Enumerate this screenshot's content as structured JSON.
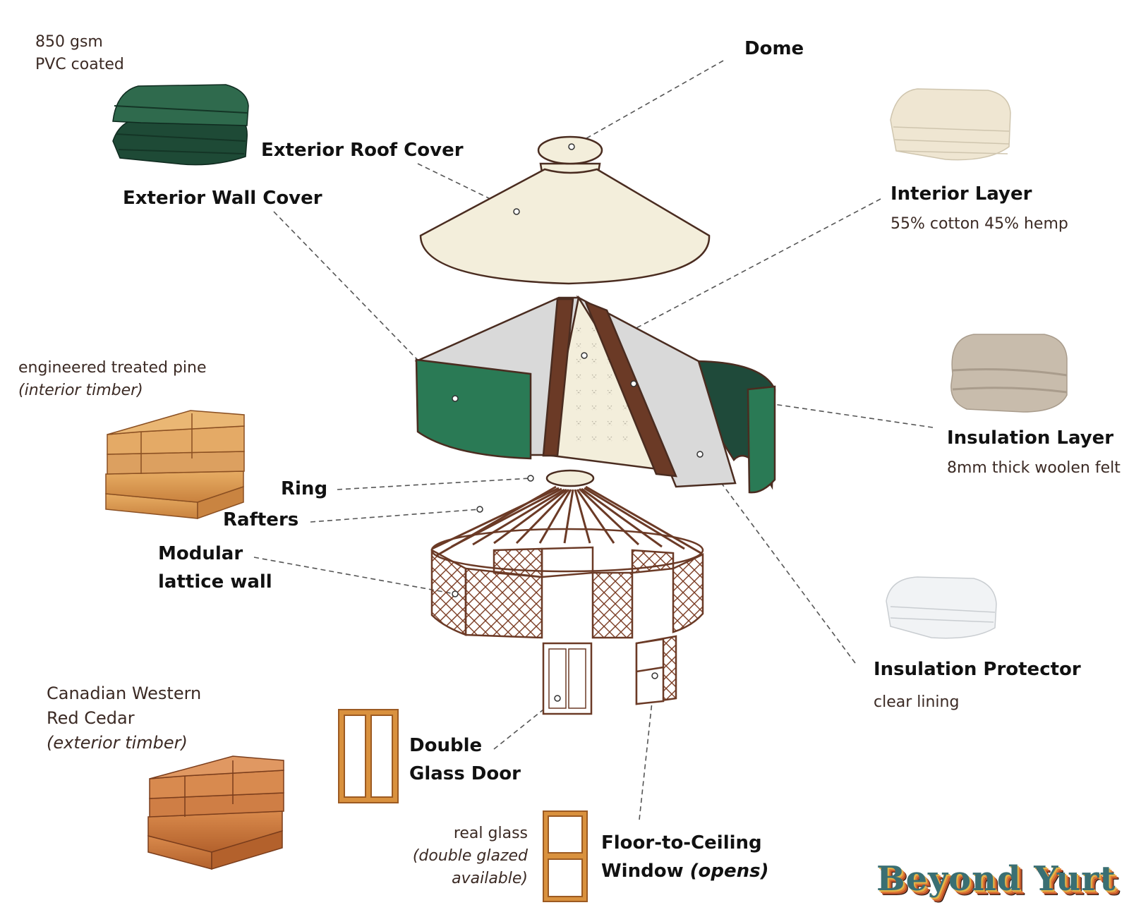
{
  "labels": {
    "dome": "Dome",
    "exterior_roof_cover": "Exterior Roof Cover",
    "exterior_wall_cover": "Exterior Wall Cover",
    "interior_layer": "Interior Layer",
    "insulation_layer": "Insulation Layer",
    "ring": "Ring",
    "rafters": "Rafters",
    "modular_lattice_wall_line1": "Modular",
    "modular_lattice_wall_line2": "lattice wall",
    "insulation_protector": "Insulation Protector",
    "double_glass_door_line1": "Double",
    "double_glass_door_line2": "Glass Door",
    "window_line1": "Floor-to-Ceiling",
    "window_line2": "Window",
    "window_note": "(opens)"
  },
  "materials": {
    "pvc_line1": "850 gsm",
    "pvc_line2": "PVC coated",
    "interior_layer_note": "55% cotton 45% hemp",
    "pine_line1": "engineered treated pine",
    "pine_line2": "(interior timber)",
    "felt_note": "8mm thick woolen felt",
    "protector_note": "clear lining",
    "cedar_line1": "Canadian Western",
    "cedar_line2": "Red Cedar",
    "cedar_line3": "(exterior timber)",
    "glass_line1": "real glass",
    "glass_line2": "(double glazed",
    "glass_line3": "available)"
  },
  "brand": {
    "logo_text": "Beyond Yurt"
  },
  "colors": {
    "canvas_cream": "#f3eedb",
    "frame_brown": "#6b3a26",
    "cover_green": "#2a7a55",
    "cover_green_dark": "#1f4a3a",
    "insulation_grey": "#d9d9d9",
    "timber_pine": "#d89a52",
    "timber_cedar": "#c9763c"
  }
}
